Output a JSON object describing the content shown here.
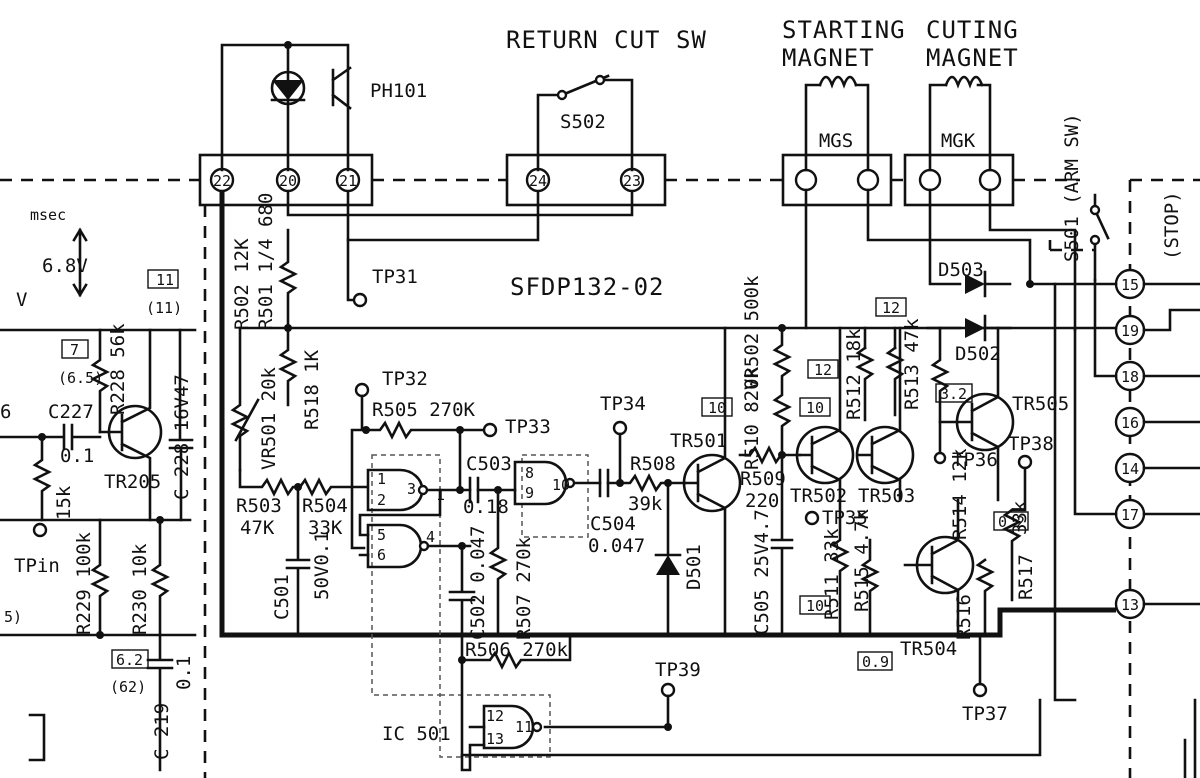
{
  "title_labels": {
    "return_cut_sw": "RETURN CUT SW",
    "starting": "STARTING",
    "magnet1": "MAGNET",
    "cutting": "CUTING",
    "magnet2": "MAGNET",
    "board": "SFDP132-02",
    "arm_sw": "S501 (ARM SW)",
    "stop": "(STOP)",
    "ph101": "PH101",
    "s502": "S502",
    "mgs": "MGS",
    "mgk": "MGK",
    "ic501": "IC 501",
    "msec": "msec",
    "v68": "6.8V",
    "v": "V"
  },
  "connector_pins": [
    "22",
    "20",
    "21",
    "24",
    "23"
  ],
  "right_pins": [
    "15",
    "19",
    "18",
    "16",
    "14",
    "17",
    "13"
  ],
  "test_points": [
    "TP31",
    "TP32",
    "TP33",
    "TP34",
    "TP35",
    "TP36",
    "TP37",
    "TP38",
    "TP39",
    "TPin"
  ],
  "components": {
    "r502": "R502 12K",
    "r501": "R501 1/4 680",
    "r518": "R518 1K",
    "vr501": "VR501 20k",
    "r503": "R503",
    "r503v": "47K",
    "r504": "R504",
    "r504v": "33K",
    "r505": "R505 270K",
    "c501": "C501",
    "c501v": "50V0.1",
    "c503": "C503",
    "c503v": "0.18",
    "c502": "C502 0.047",
    "r507": "R507 270k",
    "r506": "R506 270k",
    "r508": "R508",
    "r508v": "39k",
    "c504": "C504",
    "c504v": "0.047",
    "tr501": "TR501",
    "d501": "D501",
    "vr502": "VR502 500k",
    "r510": "R510 820k",
    "r509": "R509",
    "r509v": "220",
    "c505": "C505 25V4.7",
    "tr502": "TR502",
    "tr503": "TR503",
    "r512": "R512 18k",
    "r513": "R513 47k",
    "r511": "R511 33k",
    "r515": "R515 4.7k",
    "r514": "R514 12k",
    "tr504": "TR504",
    "tr505": "TR505",
    "r516": "R516",
    "r517": "R517",
    "r517v": "33k",
    "d503": "D503",
    "d502": "D502",
    "tr205": "TR205",
    "r228": "R228 56k",
    "c227": "C227",
    "c227v": "0.1",
    "c228": "C 228 16V47",
    "r229": "R229 100k",
    "r230": "R230 10k",
    "c219": "C 219",
    "c219v": "0.1",
    "r15k": "15k",
    "n6": "6"
  },
  "gate_pins": {
    "g1a": "1",
    "g1b": "2",
    "g1c": "3",
    "g2a": "5",
    "g2b": "6",
    "g2c": "4",
    "g3a": "8",
    "g3b": "9",
    "g3c": "10",
    "g4a": "12",
    "g4b": "13",
    "g4c": "11",
    "g1d": "1"
  },
  "voltage_annotations": {
    "v11": "11",
    "v11p": "(11)",
    "v7": "7",
    "v65p": "(6.5)",
    "v62": "6.2",
    "v62p": "(62)",
    "v10a": "10",
    "v12a": "12",
    "v10b": "10",
    "v12b": "12",
    "v32": "3.2",
    "v02": "0.2",
    "v10c": "10",
    "v09": "0.9",
    "v5p": "5)"
  }
}
